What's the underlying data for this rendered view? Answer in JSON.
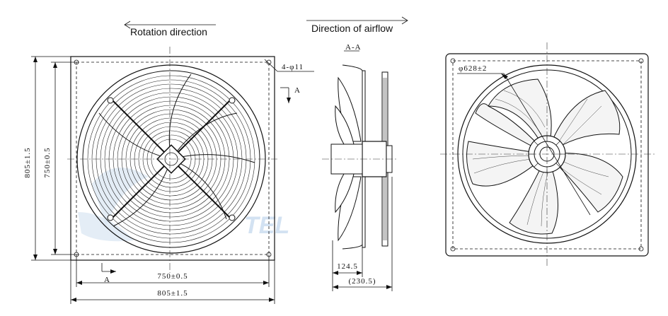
{
  "labels": {
    "rotation": "Rotation direction",
    "airflow": "Direction of airflow",
    "section": "A-A",
    "holes": "4-φ11",
    "section_mark": "A",
    "impeller_dia": "φ628±2",
    "watermark": "TEL"
  },
  "dimensions": {
    "outer_width": "805±1.5",
    "hole_pitch_width": "750±0.5",
    "outer_height": "805±1.5",
    "hole_pitch_height": "750±0.5",
    "depth_hub": "124.5",
    "depth_total": "(230.5)"
  }
}
